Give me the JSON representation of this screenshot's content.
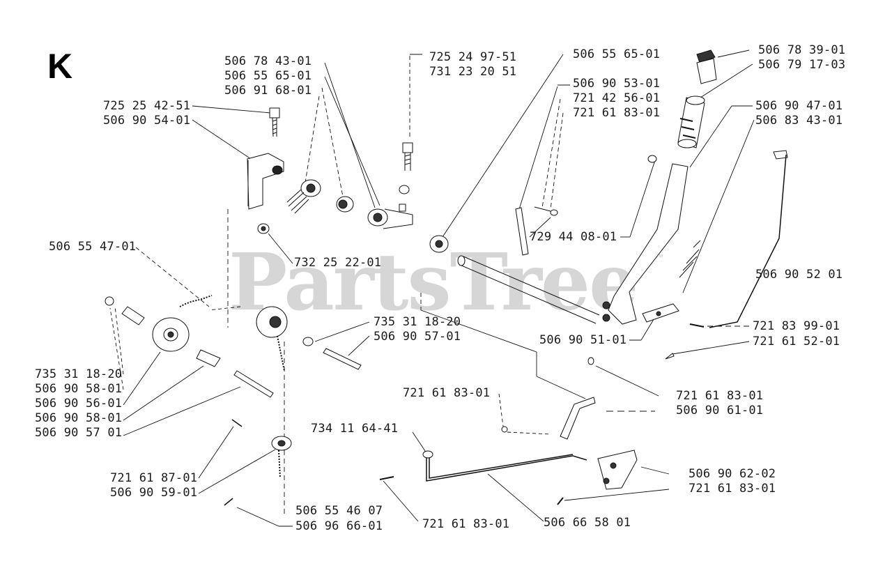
{
  "section_letter": "K",
  "watermark": "PartsTree",
  "watermark_tm": "™",
  "labels": {
    "l_506784301_group": [
      "506 78 43-01",
      "506 55 65-01",
      "506 91 68-01"
    ],
    "l_725249751": [
      "725 24 97-51",
      "731 23 20 51"
    ],
    "l_506556501_top": "506 55 65-01",
    "l_506783901": [
      "506 78 39-01",
      "506 79 17-03"
    ],
    "l_725254251": [
      "725 25 42-51",
      "506 90 54-01"
    ],
    "l_506905301": [
      "506 90 53-01",
      "721 42 56-01",
      "721 61 83-01"
    ],
    "l_506904701": [
      "506 90 47-01",
      "506 83 43-01"
    ],
    "l_729440801": "729 44 08-01",
    "l_506554701": "506 55 47-01",
    "l_732252201": "732 25 22-01",
    "l_506905201": "506 90 52 01",
    "l_735311820_right": [
      "735 31 18-20",
      "506 90 57-01"
    ],
    "l_506905101": "506 90 51-01",
    "l_721839901": "721 83 99-01",
    "l_721615201": "721 61 52-01",
    "l_left_group": [
      "735 31 18-20",
      "506 90 58-01",
      "506 90 56-01",
      "506 90 58-01",
      "506 90 57 01"
    ],
    "l_721618301_mid": "721 61 83-01",
    "l_721618301_right": [
      "721 61 83-01",
      "506 90 61-01"
    ],
    "l_734116441": "734 11 64-41",
    "l_506906202": [
      "506 90 62-02",
      "721 61 83-01"
    ],
    "l_721618701": [
      "721 61 87-01",
      "506 90 59-01"
    ],
    "l_506554607": "506 55 46 07",
    "l_506966601": "506 96 66-01",
    "l_721618301_bottom": "721 61 83-01",
    "l_506665801": "506 66 58 01"
  }
}
